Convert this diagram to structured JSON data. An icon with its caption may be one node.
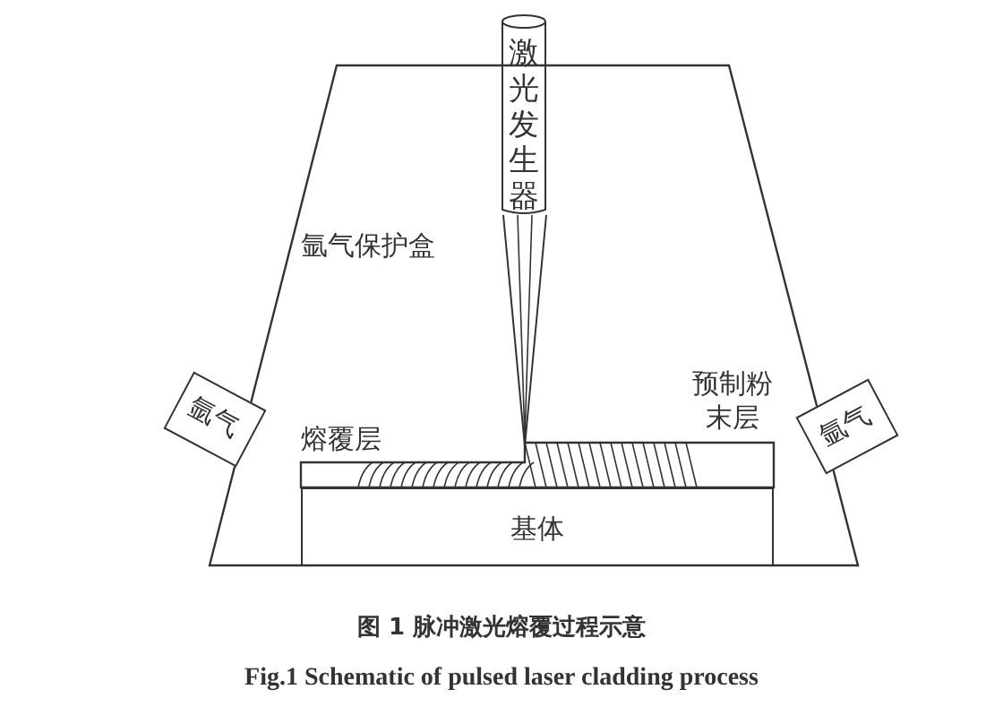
{
  "diagram": {
    "caption": "图 1 脉冲激光熔覆过程示意",
    "nodes": [
      {
        "text": [
          "激光发生器"
        ]
      },
      {
        "text": [
          "氩气保护盒"
        ]
      },
      {
        "text": [
          "氩气"
        ]
      },
      {
        "text": [
          "氩气"
        ]
      },
      {
        "text": [
          "基体"
        ],
        "in": 1
      }
    ],
    "labels": [
      "预制粉末层",
      "熔覆层",
      "Fig.1 Schematic of pulsed laser cladding process"
    ]
  }
}
